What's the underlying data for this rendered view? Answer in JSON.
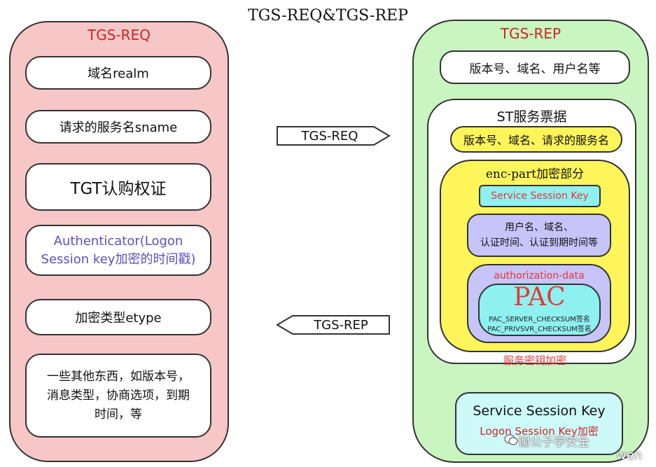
{
  "title": "TGS-REQ&TGS-REP",
  "left_panel": {
    "title": "TGS-REQ",
    "boxes": [
      "域名realm",
      "请求的服务名sname",
      "TGT认购权证",
      "Authenticator(Logon Session key加密的时间戳)",
      "加密类型etype",
      "一些其他东西，如版本号，消息类型，协商选项，到期时间，等"
    ],
    "authenticator_lines": [
      "Authenticator(Logon",
      "Session key加密的时间戳)"
    ],
    "other_lines": [
      "一些其他东西，如版本号，",
      "消息类型，协商选项，到期",
      "时间，等"
    ]
  },
  "arrows": {
    "request": "TGS-REQ",
    "reply": "TGS-REP"
  },
  "right_panel": {
    "title": "TGS-REP",
    "version_box": "版本号、域名、用户名等",
    "service_ticket": {
      "title": "ST服务票据",
      "header": "版本号、域名、请求的服务名",
      "enc_part": {
        "title": "enc-part加密部分",
        "session_key": "Service Session Key",
        "user_info_lines": [
          "用户名、域名、",
          "认证时间、认证到期时间等"
        ],
        "authorization_data": {
          "title": "authorization-data",
          "pac": "PAC",
          "checksums": [
            "PAC_SERVER_CHECKSUM签名",
            "PAC_PRIVSVR_CHECKSUM签名"
          ]
        }
      },
      "encryption_note": "服务密钥加密"
    },
    "session_key_box": {
      "title": "Service Session Key",
      "subtitle": "Logon Session Key加密"
    }
  },
  "watermark": {
    "account": "谢公子学安全",
    "suffix": "wen"
  },
  "colors": {
    "left_panel": "#f7c6c6",
    "right_panel": "#c9f5c0",
    "yellow": "#fdf55a",
    "cyan": "#8ff0f0",
    "lavender": "#c7c4fa",
    "title_red": "#c62828",
    "authenticator_text": "#5b4fc4"
  }
}
